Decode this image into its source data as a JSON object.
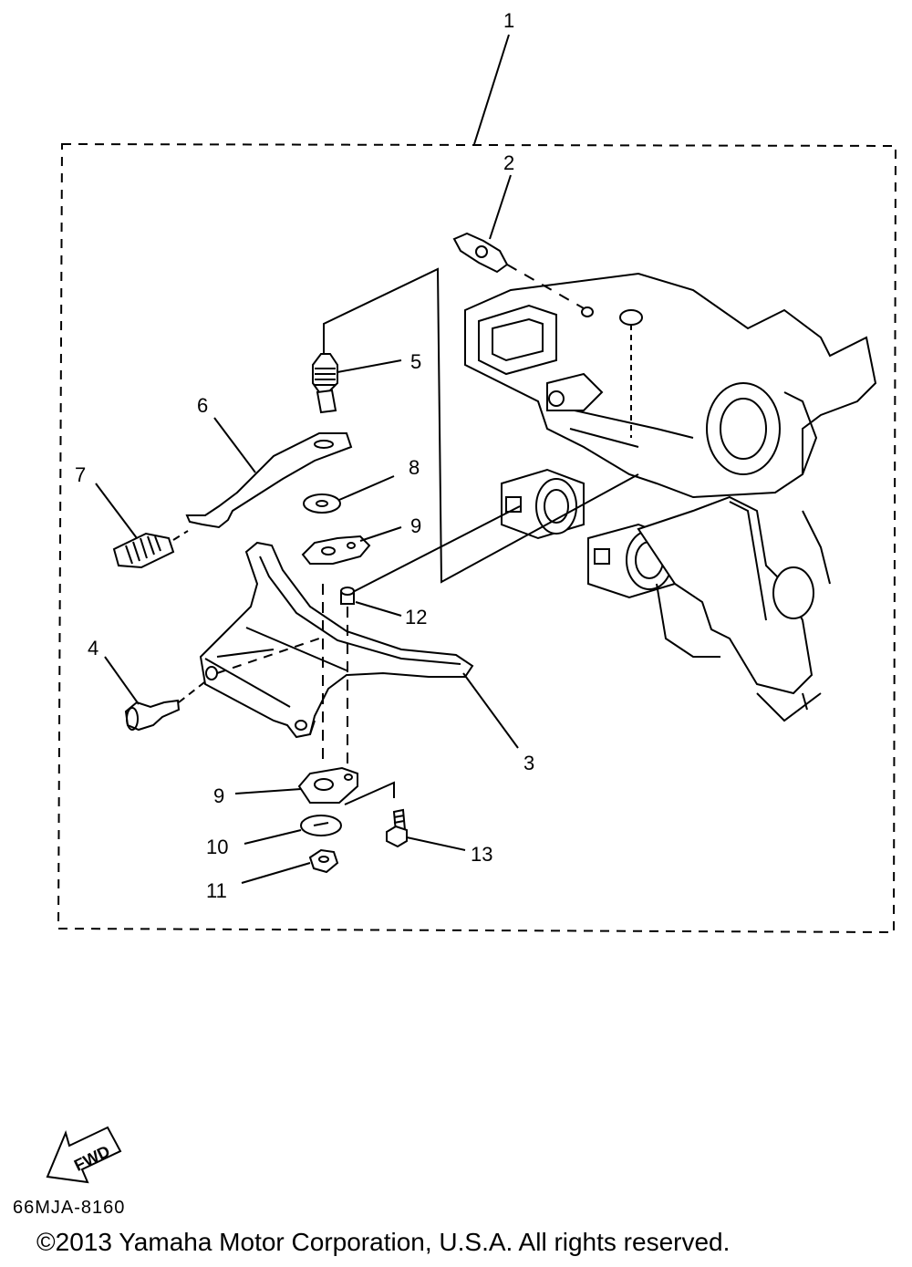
{
  "callouts": {
    "c1": "1",
    "c2": "2",
    "c3": "3",
    "c4": "4",
    "c5": "5",
    "c6": "6",
    "c7": "7",
    "c8": "8",
    "c9a": "9",
    "c9b": "9",
    "c10": "10",
    "c11": "11",
    "c12": "12",
    "c13": "13"
  },
  "fwd_label": "FWD",
  "diagram_code": "66MJA-8160",
  "copyright": "©2013 Yamaha Motor Corporation, U.S.A. All rights reserved."
}
